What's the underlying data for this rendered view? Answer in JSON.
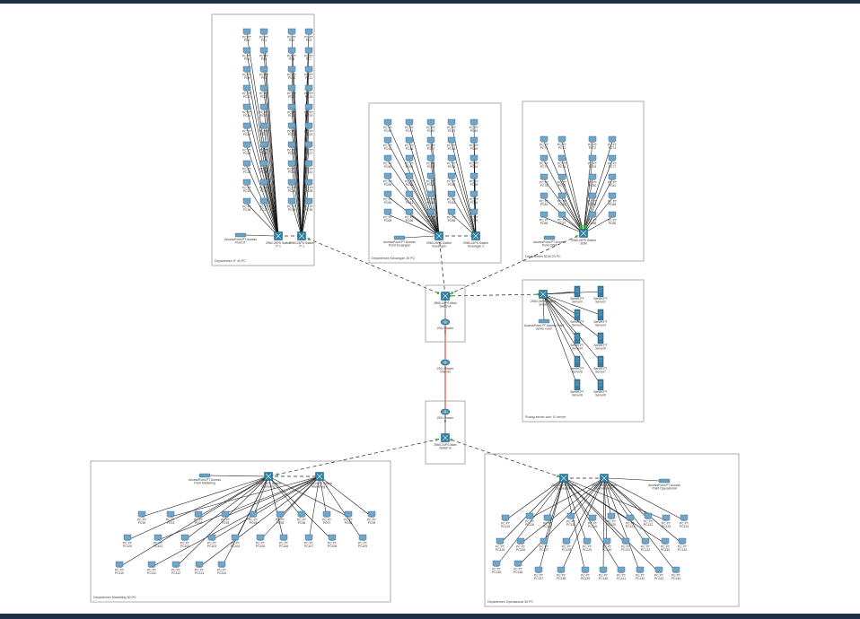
{
  "frame": {
    "top_bar_color": "#1f2f4a",
    "bottom_bar_color": "#1f2f4a"
  },
  "groups": {
    "it": {
      "label": "Departemen IT 40 PC",
      "pcs": [
        "PC PT PC0",
        "PC PT PC1",
        "PC PT PC2",
        "PC PT PC3",
        "PC PT PC4",
        "PC PT PC5",
        "PC PT PC6",
        "PC PT PC7",
        "PC PT PC8",
        "PC PT PC9",
        "PC PT PC10",
        "PC PT PC11",
        "PC PT PC12",
        "PC PT PC13",
        "PC PT PC14",
        "PC PT PC15",
        "PC PT PC16",
        "PC PT PC17",
        "PC PT PC18",
        "PC PT PC19",
        "PC PT PC20",
        "PC PT PC21",
        "PC PT PC22",
        "PC PT PC23",
        "PC PT PC24",
        "PC PT PC25",
        "PC PT PC26",
        "PC PT PC27",
        "PC PT PC28",
        "PC PT PC29",
        "PC PT PC30",
        "PC PT PC31",
        "PC PT PC32",
        "PC PT PC33",
        "PC PT PC34",
        "PC PT PC35",
        "PC PT PC36",
        "PC PT PC37",
        "PC PT PC38",
        "PC PT PC39"
      ],
      "switches": [
        "2960-24PS Switch IT 1",
        "2960-24PS Switch IT 2"
      ],
      "ap": "AccessPoint-PT Access Point IT"
    },
    "keuangan": {
      "label": "Departemen Keuangan 30 PC",
      "pcs": [
        "PC PT PC40",
        "PC PT PC41",
        "PC PT PC42",
        "PC PT PC43",
        "PC PT PC44",
        "PC PT PC45",
        "PC PT PC46",
        "PC PT PC47",
        "PC PT PC48",
        "PC PT PC49",
        "PC PT PC50",
        "PC PT PC51",
        "PC PT PC52",
        "PC PT PC53",
        "PC PT PC54",
        "PC PT PC55",
        "PC PT PC56",
        "PC PT PC57",
        "PC PT PC58",
        "PC PT PC59",
        "PC PT PC60",
        "PC PT PC61",
        "PC PT PC62",
        "PC PT PC63",
        "PC PT PC64",
        "PC PT PC65",
        "PC PT PC66",
        "PC PT PC67",
        "PC PT PC68",
        "PC PT PC69"
      ],
      "switches": [
        "2960-24PS Switch Keuangan",
        "2960-24PS Switch Keuangan 2"
      ],
      "ap": "AccessPoint-PT Access Point Keuangan"
    },
    "sdm": {
      "label": "Departemen SDM 20 PC",
      "pcs": [
        "PC PT PC70",
        "PC PT PC71",
        "PC PT PC72",
        "PC PT PC73",
        "PC PT PC74",
        "PC PT PC75",
        "PC PT PC76",
        "PC PT PC77",
        "PC PT PC78",
        "PC PT PC79",
        "PC PT PC80",
        "PC PT PC81",
        "PC PT PC82",
        "PC PT PC83",
        "PC PT PC84",
        "PC PT PC85",
        "PC PT PC86",
        "PC PT PC87",
        "PC PT PC88",
        "PC PT PC89"
      ],
      "switches": [
        "2960-24PS Switch SDM"
      ],
      "ap": "AccessPoint-PT Access Point SDM"
    },
    "server": {
      "label": "Ruang server kom 10 server",
      "servers": [
        "Server-PT Server0",
        "Server-PT Server1",
        "Server-PT Server2",
        "Server-PT Server3",
        "Server-PT Server4",
        "Server-PT Server5",
        "Server-PT Server6",
        "Server-PT Server7",
        "Server-PT Server8",
        "Server-PT Server9"
      ],
      "switches": [
        "2960-24PS Switch server"
      ],
      "ap": "AccessPoint-PT Access Point server room"
    },
    "marketing": {
      "label": "Departemen Marketing 30 PC",
      "pcs": [
        "PC PT PC90",
        "PC PT PC91",
        "PC PT PC92",
        "PC PT PC93",
        "PC PT PC94",
        "PC PT PC95",
        "PC PT PC96",
        "PC PT PC97",
        "PC PT PC98",
        "PC PT PC99",
        "PC PT PC100",
        "PC PT PC101",
        "PC PT PC102",
        "PC PT PC103",
        "PC PT PC104",
        "PC PT PC105",
        "PC PT PC106",
        "PC PT PC107",
        "PC PT PC108",
        "PC PT PC109",
        "PC PT PC110",
        "PC PT PC111",
        "PC PT PC112",
        "PC PT PC113",
        "PC PT PC114"
      ],
      "switches": [
        "2960-24PS Switch Marketing",
        "2960-24PS Switch Marketing 2"
      ],
      "ap": "AccessPoint-PT Access Point Marketing"
    },
    "operasional": {
      "label": "Departemen Operasional 30 PC",
      "pcs": [
        "PC PT PC115",
        "PC PT PC116",
        "PC PT PC117",
        "PC PT PC118",
        "PC PT PC119",
        "PC PT PC120",
        "PC PT PC121",
        "PC PT PC122",
        "PC PT PC123",
        "PC PT PC124",
        "PC PT PC125",
        "PC PT PC126",
        "PC PT PC127",
        "PC PT PC128",
        "PC PT PC129",
        "PC PT PC130",
        "PC PT PC131",
        "PC PT PC132",
        "PC PT PC133",
        "PC PT PC134",
        "PC PT PC135",
        "PC PT PC136",
        "PC PT PC137",
        "PC PT PC138",
        "PC PT PC139",
        "PC PT PC140",
        "PC PT PC141",
        "PC PT PC142",
        "PC PT PC143",
        "PC PT PC144"
      ],
      "switches": [
        "2960-24PS Switch Operasional",
        "2960-24PS Switch Operasional 2"
      ],
      "ap": "AccessPoint-PT Access Point Operasional"
    }
  },
  "core": {
    "main_switch_a": "3560-24PS Main Switch A",
    "router_a": "2911 Router A",
    "router_center": "2911 Router Internet",
    "router_b": "2911 Router B",
    "main_switch_b": "2960-24PS Main Switch B"
  }
}
